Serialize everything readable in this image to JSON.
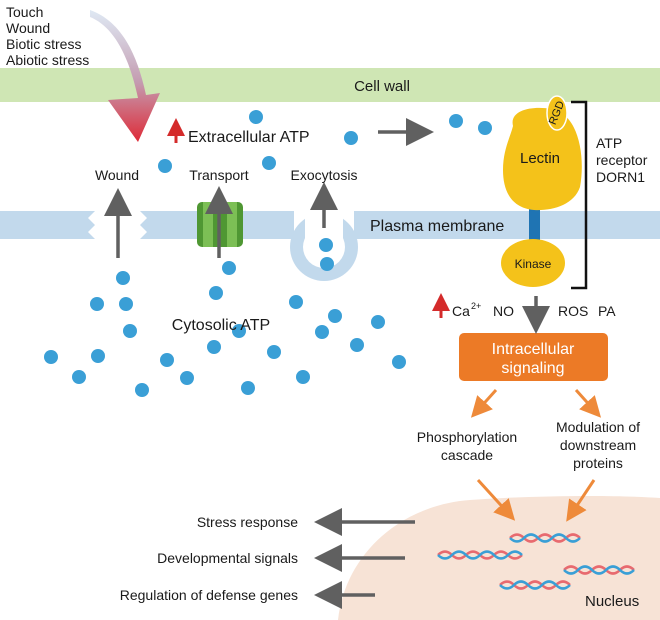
{
  "stimuli": [
    "Touch",
    "Wound",
    "Biotic stress",
    "Abiotic stress"
  ],
  "cell_wall": "Cell wall",
  "extracellular_atp": "Extracellular ATP",
  "wound": "Wound",
  "transport": "Transport",
  "exocytosis": "Exocytosis",
  "plasma_membrane": "Plasma membrane",
  "cytosolic_atp": "Cytosolic ATP",
  "rgd": "RGD",
  "lectin": "Lectin",
  "kinase": "Kinase",
  "receptor": {
    "line1": "ATP",
    "line2": "receptor",
    "line3": "DORN1"
  },
  "messengers": {
    "ca": "Ca",
    "ca_sup": "2+",
    "no": "NO",
    "ros": "ROS",
    "pa": "PA"
  },
  "intracellular": {
    "line1": "Intracellular",
    "line2": "signaling"
  },
  "phosphorylation": {
    "line1": "Phosphorylation",
    "line2": "cascade"
  },
  "modulation": {
    "line1": "Modulation of",
    "line2": "downstream",
    "line3": "proteins"
  },
  "responses": [
    "Stress response",
    "Developmental signals",
    "Regulation of defense genes"
  ],
  "nucleus": "Nucleus",
  "colors": {
    "cell_wall": "#cfe6b4",
    "membrane": "#c2d9ec",
    "atp": "#3a9fd6",
    "receptor": "#f4c21a",
    "signaling_box": "#ec7a26",
    "orange_arrow": "#ee8a3a",
    "gray_arrow": "#606060",
    "red_arrow": "#d42b2b",
    "nucleus": "#f7e3d6",
    "transporter": "#5fa840"
  }
}
